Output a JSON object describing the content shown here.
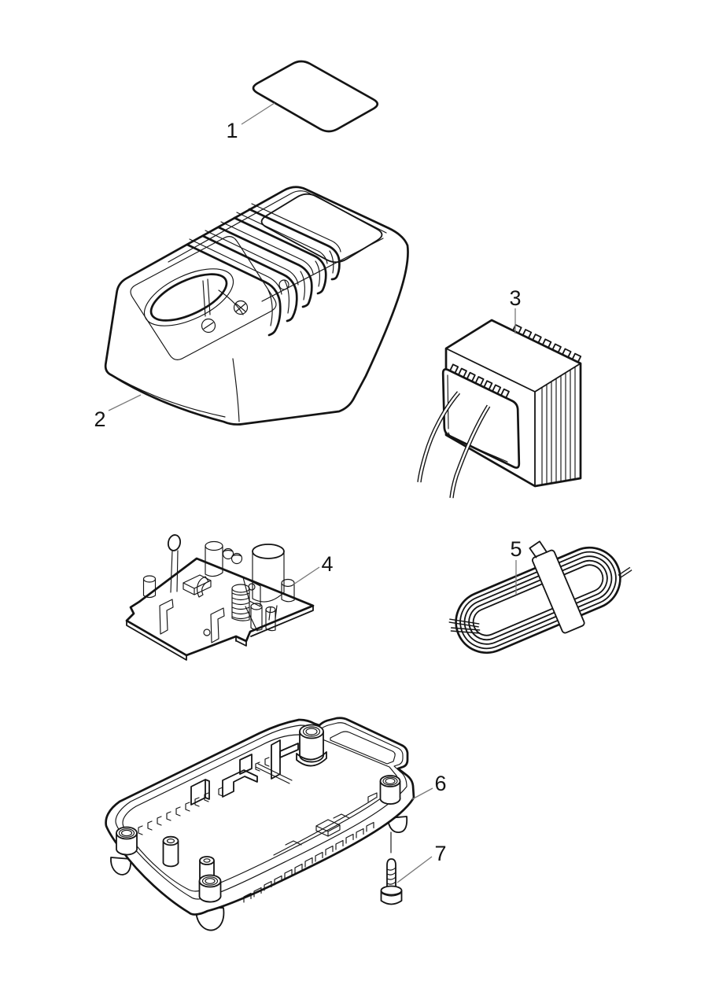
{
  "diagram": {
    "kind": "exploded-parts-line-drawing",
    "background_color": "#ffffff",
    "line_color": "#141414",
    "leader_line_color": "#7a7a7a",
    "parts": [
      {
        "number": "1",
        "name": "label"
      },
      {
        "number": "2",
        "name": "housing-upper"
      },
      {
        "number": "3",
        "name": "transformer"
      },
      {
        "number": "4",
        "name": "circuit-board"
      },
      {
        "number": "5",
        "name": "cord"
      },
      {
        "number": "6",
        "name": "housing-lower"
      },
      {
        "number": "7",
        "name": "tapping-screw"
      }
    ]
  }
}
